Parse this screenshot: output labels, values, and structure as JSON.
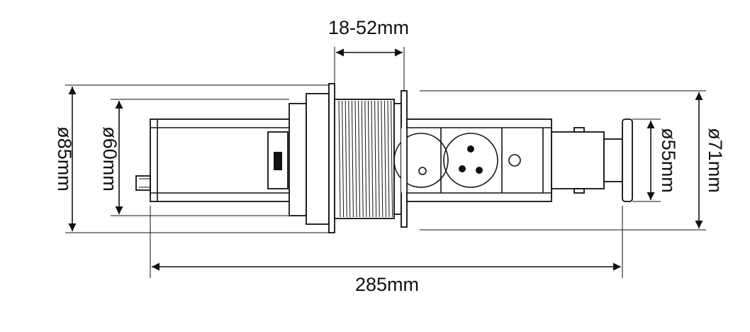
{
  "dimensions": {
    "cutout_range": "18-52mm",
    "outer_flange_diameter": "ø85mm",
    "body_diameter": "ø60mm",
    "top_cap_diameter": "ø55mm",
    "top_ring_diameter": "ø71mm",
    "total_length": "285mm"
  },
  "colors": {
    "line": "#111111",
    "background": "#ffffff"
  }
}
